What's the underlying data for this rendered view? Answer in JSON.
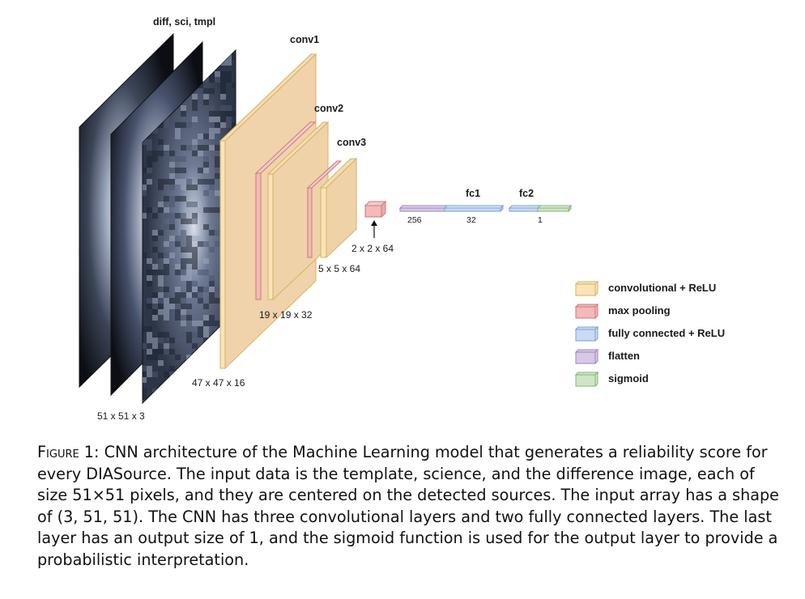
{
  "diagram": {
    "input_label": "diff, sci, tmpl",
    "input_dim": "51 x 51 x 3",
    "conv1_label": "conv1",
    "conv1_dim": "47 x 47 x 16",
    "conv2_label": "conv2",
    "conv2_dim": "19 x 19 x 32",
    "conv3_label": "conv3",
    "conv3_dim": "5 x 5 x 64",
    "pool_dim": "2 x 2 x 64",
    "flatten_dim": "256",
    "fc1_label": "fc1",
    "fc1_dim": "32",
    "fc2_label": "fc2",
    "fc2_dim": "1"
  },
  "legend": [
    {
      "label": "convolutional + ReLU",
      "color": "#fbe3b8",
      "stroke": "#d6b265"
    },
    {
      "label": "max pooling",
      "color": "#f4b9b9",
      "stroke": "#c97a7a"
    },
    {
      "label": "fully connected + ReLU",
      "color": "#c9dbf5",
      "stroke": "#7d9fd0"
    },
    {
      "label": "flatten",
      "color": "#d8c8e6",
      "stroke": "#9a86b8"
    },
    {
      "label": "sigmoid",
      "color": "#cfe6c5",
      "stroke": "#86b37a"
    }
  ],
  "caption": {
    "figure_word": "Figure 1:",
    "text": "CNN architecture of the Machine Learning model that generates a reliability score for every DIASource. The input data is the template, science, and the difference image, each of size 51×51 pixels, and they are centered on the detected sources. The input array has a shape of (3, 51, 51). The CNN has three convolutional layers and two fully connected layers. The last layer has an output size of 1, and the sigmoid function is used for the output layer to provide a probabilistic interpretation."
  }
}
